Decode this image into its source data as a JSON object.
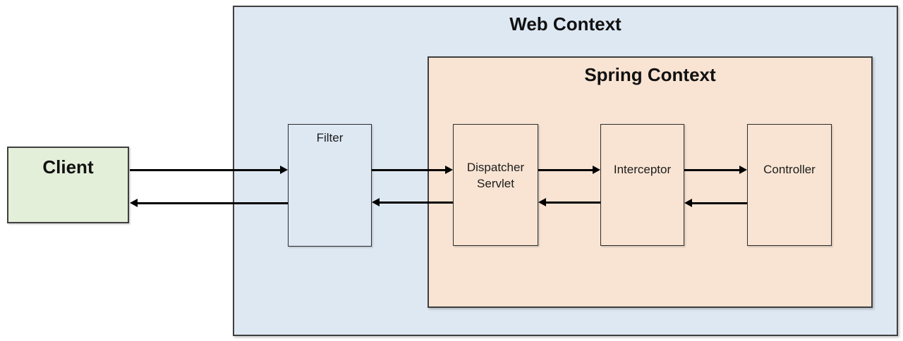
{
  "diagram": {
    "web_context": {
      "title": "Web Context"
    },
    "spring_context": {
      "title": "Spring Context"
    },
    "nodes": {
      "client": {
        "label": "Client"
      },
      "filter": {
        "label": "Filter"
      },
      "dispatcher_servlet": {
        "label": "Dispatcher Servlet"
      },
      "interceptor": {
        "label": "Interceptor"
      },
      "controller": {
        "label": "Controller"
      }
    },
    "edges": [
      {
        "from": "Client",
        "to": "Filter",
        "direction": "request"
      },
      {
        "from": "Filter",
        "to": "Client",
        "direction": "response"
      },
      {
        "from": "Filter",
        "to": "Dispatcher Servlet",
        "direction": "request"
      },
      {
        "from": "Dispatcher Servlet",
        "to": "Filter",
        "direction": "response"
      },
      {
        "from": "Dispatcher Servlet",
        "to": "Interceptor",
        "direction": "request"
      },
      {
        "from": "Interceptor",
        "to": "Dispatcher Servlet",
        "direction": "response"
      },
      {
        "from": "Interceptor",
        "to": "Controller",
        "direction": "request"
      },
      {
        "from": "Controller",
        "to": "Interceptor",
        "direction": "response"
      }
    ],
    "colors": {
      "web_context_fill": "#dee8f3",
      "spring_context_fill": "#f9e4d3",
      "client_fill": "#e4efda",
      "filter_fill": "#dee8f3",
      "border": "#3f3f3f",
      "arrow": "#000000"
    }
  }
}
